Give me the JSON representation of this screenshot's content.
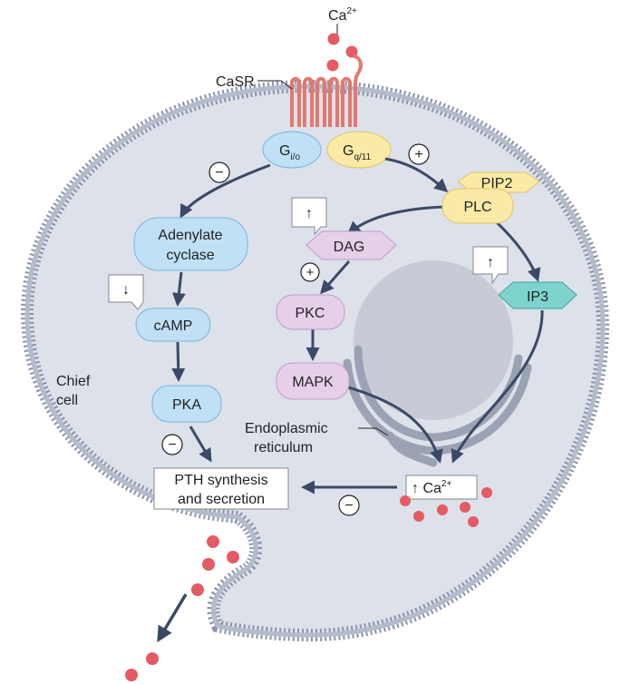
{
  "external_ion": {
    "label": "Ca",
    "charge": "2+"
  },
  "receptor": {
    "label": "CaSR"
  },
  "g_proteins": {
    "gio": {
      "base": "G",
      "sub": "i/o"
    },
    "gq11": {
      "base": "G",
      "sub": "q/11"
    }
  },
  "signs": {
    "minus": "−",
    "plus": "+",
    "up": "↑",
    "down": "↓"
  },
  "nodes": {
    "adenylate_cyclase": {
      "line1": "Adenylate",
      "line2": "cyclase"
    },
    "camp": "cAMP",
    "pka": "PKA",
    "pip2": "PIP2",
    "plc": "PLC",
    "dag": "DAG",
    "pkc": "PKC",
    "mapk": "MAPK",
    "ip3": "IP3"
  },
  "labels": {
    "chief_cell": {
      "line1": "Chief",
      "line2": "cell"
    },
    "er": {
      "line1": "Endoplasmic",
      "line2": "reticulum"
    },
    "pth": {
      "line1": "PTH synthesis",
      "line2": "and secretion"
    },
    "intracellular_ca": {
      "prefix": "↑ Ca",
      "charge": "2+"
    }
  },
  "colors": {
    "membrane": "#8a94aa",
    "cytoplasm": "#dde1ea",
    "nucleus": "#c7cbd5",
    "arrow": "#3a4a66",
    "receptor": "#e2786e",
    "ion": "#e45b63",
    "blue_node": "#bfe0f5",
    "yellow_node": "#fbeaa6",
    "purple_node": "#e6cfe9",
    "teal_node": "#7fd3cf"
  }
}
